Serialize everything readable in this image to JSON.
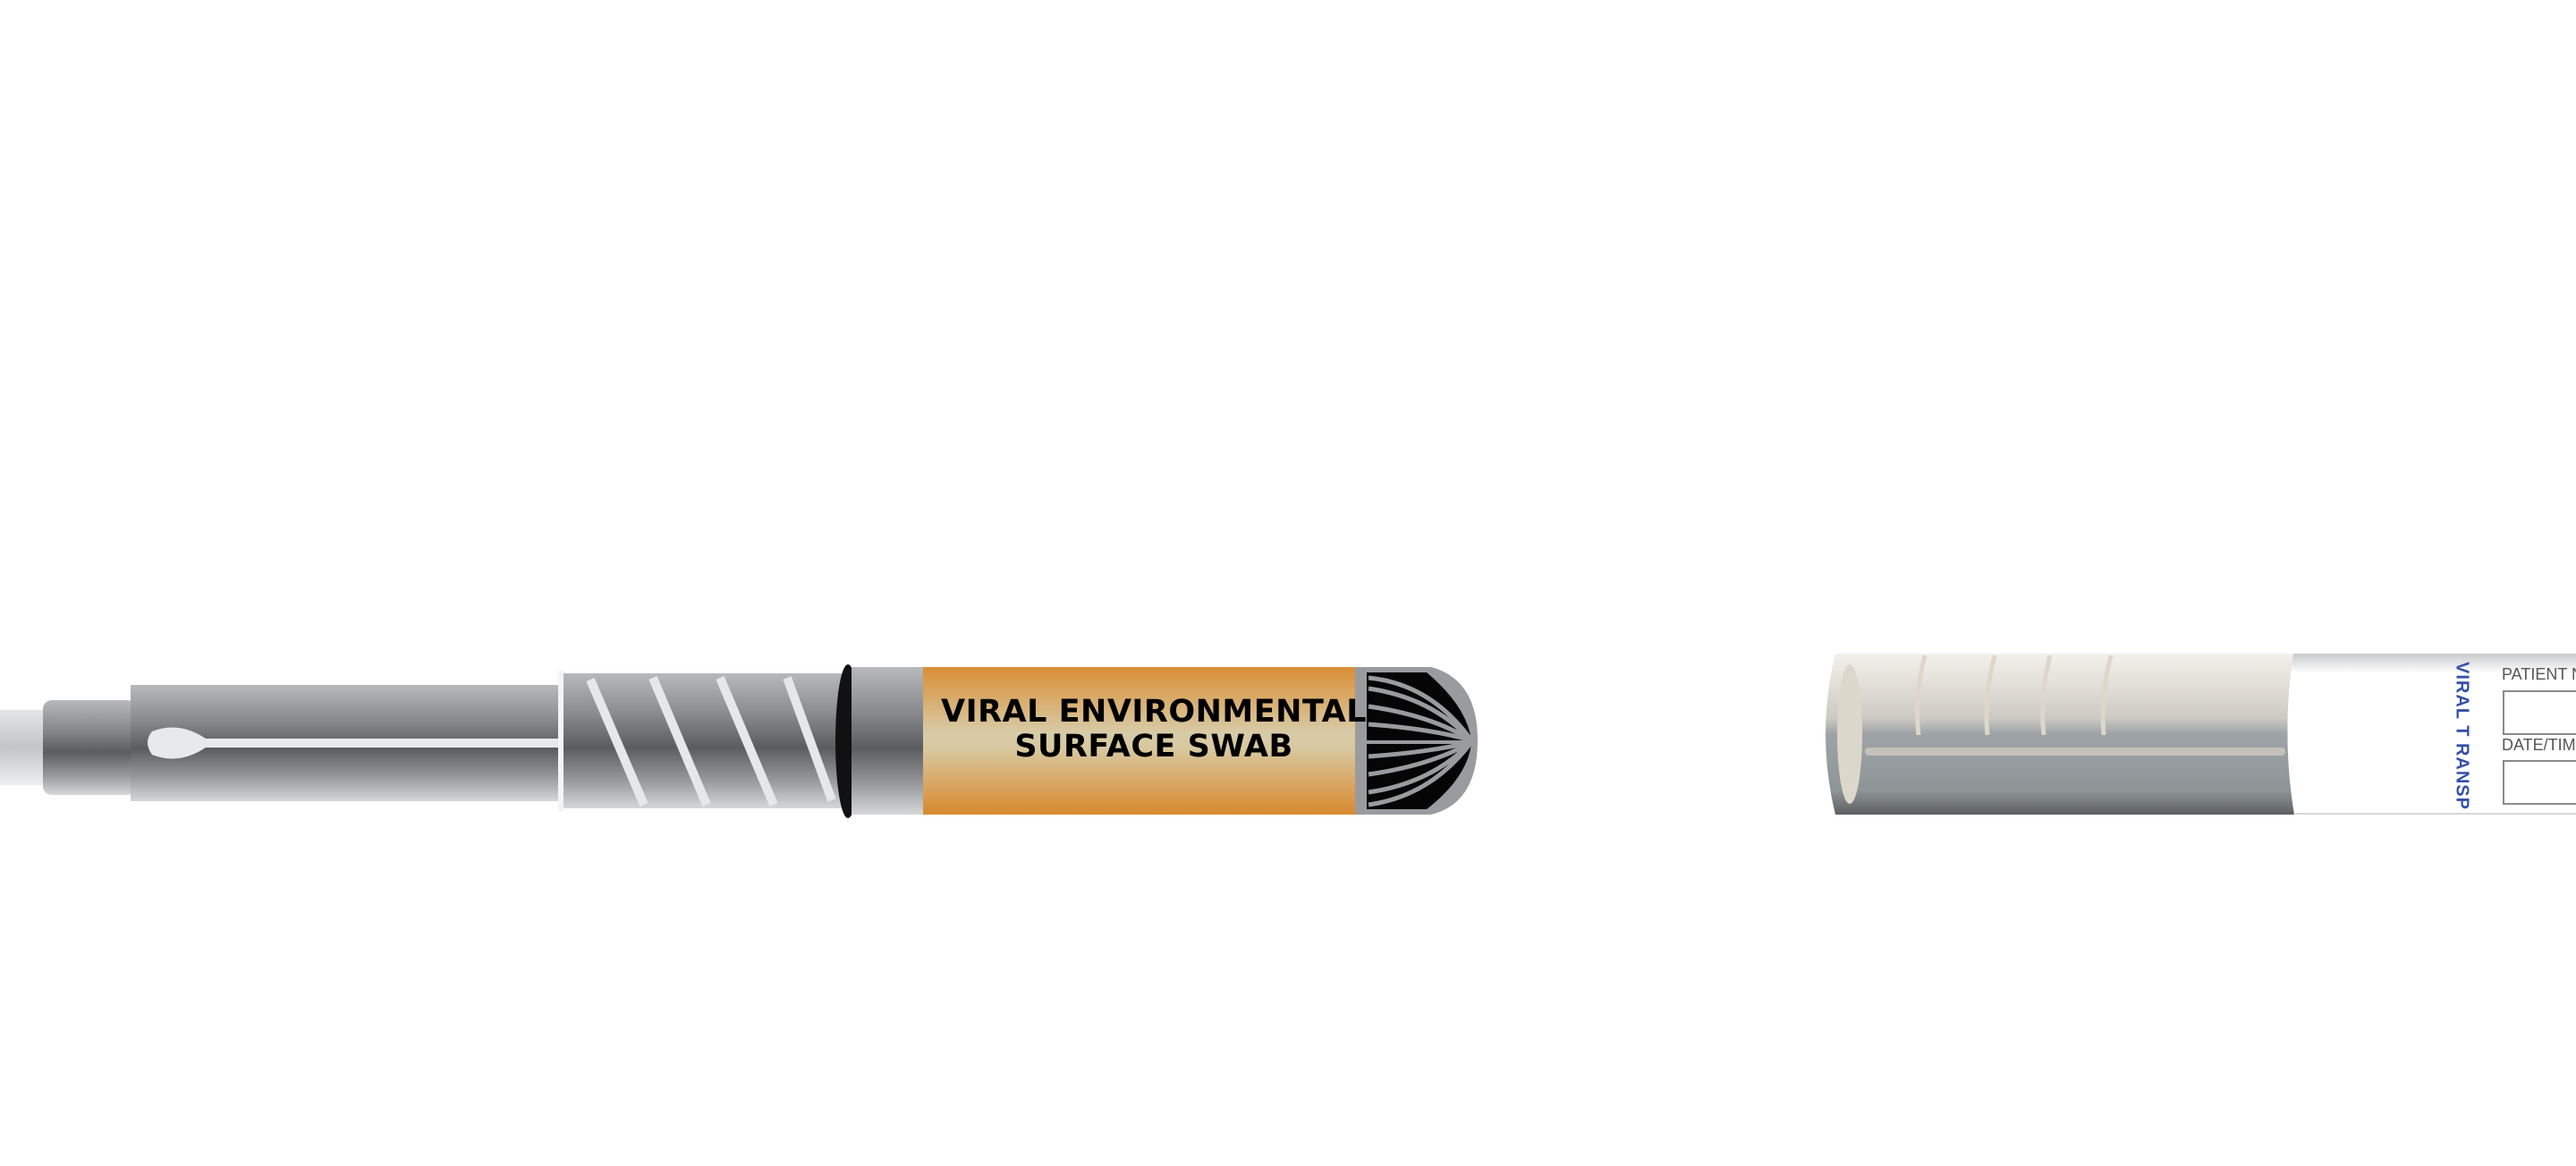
{
  "swab": {
    "label_line1": "VIRAL ENVIRONMENTAL",
    "label_line2": "SURFACE SWAB",
    "label_color": "#d98e34"
  },
  "tube": {
    "side_text": "VIRAL T RANSP",
    "field1_label": "PATIENT NA",
    "field2_label": "DATE/TIME",
    "side_text_color": "#3450a8"
  }
}
